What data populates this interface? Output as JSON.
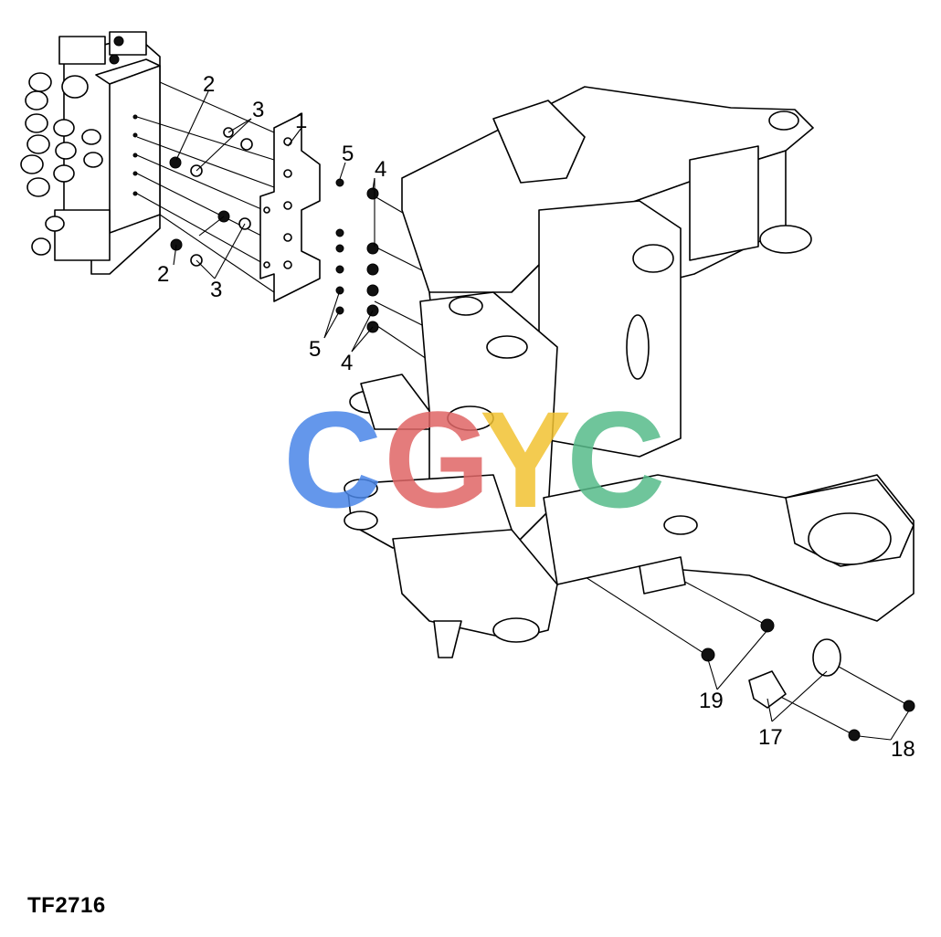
{
  "figure_id": "TF2716",
  "callouts": {
    "c1": "1",
    "c2a": "2",
    "c2b": "2",
    "c3a": "3",
    "c3b": "3",
    "c4a": "4",
    "c4b": "4",
    "c5a": "5",
    "c5b": "5",
    "c17": "17",
    "c18": "18",
    "c19": "19"
  },
  "watermark": {
    "text": "CGYC",
    "colors": [
      "#4a86e8",
      "#e06666",
      "#f1c232",
      "#57bb8a"
    ]
  }
}
